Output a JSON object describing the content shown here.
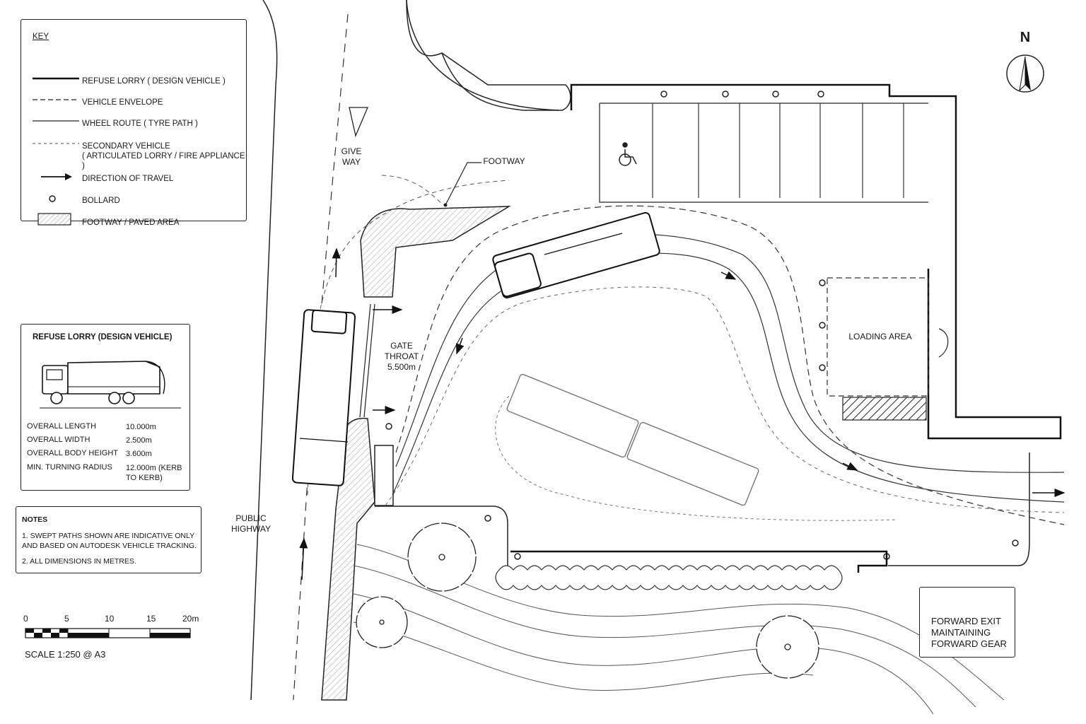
{
  "key": {
    "title": "KEY",
    "items": [
      {
        "label": "REFUSE LORRY ( DESIGN VEHICLE )",
        "symbol": "thick-line"
      },
      {
        "label": "VEHICLE ENVELOPE",
        "symbol": "dashed-line"
      },
      {
        "label": "WHEEL ROUTE ( TYRE PATH )",
        "symbol": "thin-line"
      },
      {
        "label": "SECONDARY VEHICLE",
        "label2": "( ARTICULATED LORRY / FIRE APPLIANCE )",
        "symbol": "fine-dashed-line"
      },
      {
        "label": "DIRECTION OF TRAVEL",
        "symbol": "arrow-icon"
      },
      {
        "label": "BOLLARD",
        "symbol": "bollard-icon"
      },
      {
        "label": "FOOTWAY / PAVED AREA",
        "symbol": "hatch-swatch"
      }
    ]
  },
  "vehicle": {
    "title": "REFUSE LORRY (DESIGN VEHICLE)",
    "specs": [
      {
        "label": "OVERALL LENGTH",
        "value": "10.000m"
      },
      {
        "label": "OVERALL WIDTH",
        "value": "2.500m"
      },
      {
        "label": "OVERALL BODY HEIGHT",
        "value": "3.600m"
      },
      {
        "label": "MIN. TURNING RADIUS",
        "value": "12.000m (KERB TO KERB)"
      }
    ]
  },
  "notes": {
    "title": "NOTES",
    "items": [
      "1. SWEPT PATHS SHOWN ARE INDICATIVE ONLY AND BASED ON AUTODESK VEHICLE TRACKING.",
      "2. ALL DIMENSIONS IN METRES."
    ]
  },
  "scale": {
    "ticks": [
      "0",
      "5",
      "10",
      "15",
      "20m"
    ],
    "text": "SCALE 1:250 @ A3"
  },
  "labels": {
    "give_way": [
      "GIVE",
      "WAY"
    ],
    "footway": "FOOTWAY",
    "gate_throat": [
      "GATE",
      "THROAT",
      "5.500m"
    ],
    "loading_area": "LOADING AREA",
    "public_highway": [
      "PUBLIC",
      "HIGHWAY"
    ],
    "north": "N"
  },
  "exit_note": [
    "FORWARD EXIT",
    "MAINTAINING",
    "FORWARD GEAR"
  ],
  "icons": [
    "north-arrow-icon",
    "wheelchair-icon",
    "tree-icon",
    "bollard-icon",
    "refuse-lorry-icon"
  ]
}
